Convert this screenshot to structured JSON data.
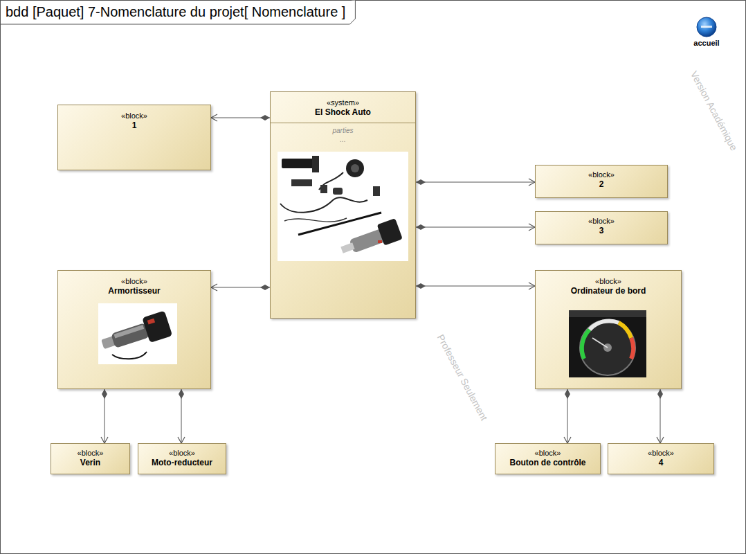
{
  "diagram": {
    "title": "bdd [Paquet] 7-Nomenclature du projet[ Nomenclature ]",
    "nodes": [
      {
        "text": [
          "«system»",
          "El Shock Auto",
          "parties",
          "..."
        ]
      },
      {
        "text": [
          "«block»",
          "1"
        ]
      },
      {
        "text": [
          "«block»",
          "2"
        ]
      },
      {
        "text": [
          "«block»",
          "3"
        ]
      },
      {
        "text": [
          "«block»",
          "Armortisseur"
        ]
      },
      {
        "text": [
          "«block»",
          "Ordinateur de bord"
        ]
      },
      {
        "text": [
          "«block»",
          "Verin"
        ]
      },
      {
        "text": [
          "«block»",
          "Moto-reducteur"
        ]
      },
      {
        "text": [
          "«block»",
          "Bouton de contrôle"
        ]
      },
      {
        "text": [
          "«block»",
          "4"
        ]
      }
    ],
    "edges": [
      {
        "from": 0,
        "to": 1,
        "arrow": "to"
      },
      {
        "from": 0,
        "to": 2,
        "arrow": "to"
      },
      {
        "from": 0,
        "to": 3,
        "arrow": "to"
      },
      {
        "from": 0,
        "to": 4,
        "arrow": "to"
      },
      {
        "from": 0,
        "to": 5,
        "arrow": "to"
      },
      {
        "from": 4,
        "to": 6,
        "arrow": "to"
      },
      {
        "from": 4,
        "to": 7,
        "arrow": "to"
      },
      {
        "from": 5,
        "to": 8,
        "arrow": "to"
      },
      {
        "from": 5,
        "to": 9,
        "arrow": "to"
      }
    ],
    "labels": [
      "accueil",
      "Version Académique",
      "Professeur Seulement"
    ]
  }
}
